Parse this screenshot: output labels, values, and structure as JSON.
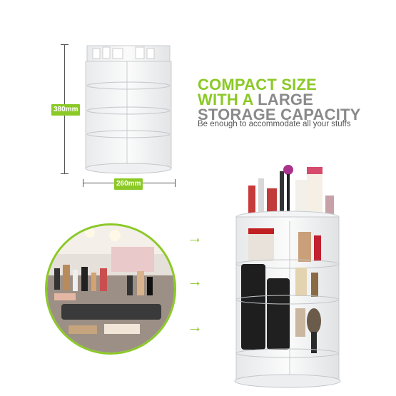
{
  "dimensions": {
    "height_label": "380mm",
    "width_label": "260mm"
  },
  "headline": {
    "line1": "COMPACT SIZE",
    "line2_green": "WITH A",
    "line2_gray": "LARGE",
    "line3": "STORAGE CAPACITY"
  },
  "subtitle": "Be enough to accommodate all your stuffs",
  "colors": {
    "accent": "#8bc926",
    "headline_gray": "#8a8a8a"
  },
  "icons": [
    "arrow-right-icon",
    "arrow-right-icon",
    "arrow-right-icon"
  ]
}
